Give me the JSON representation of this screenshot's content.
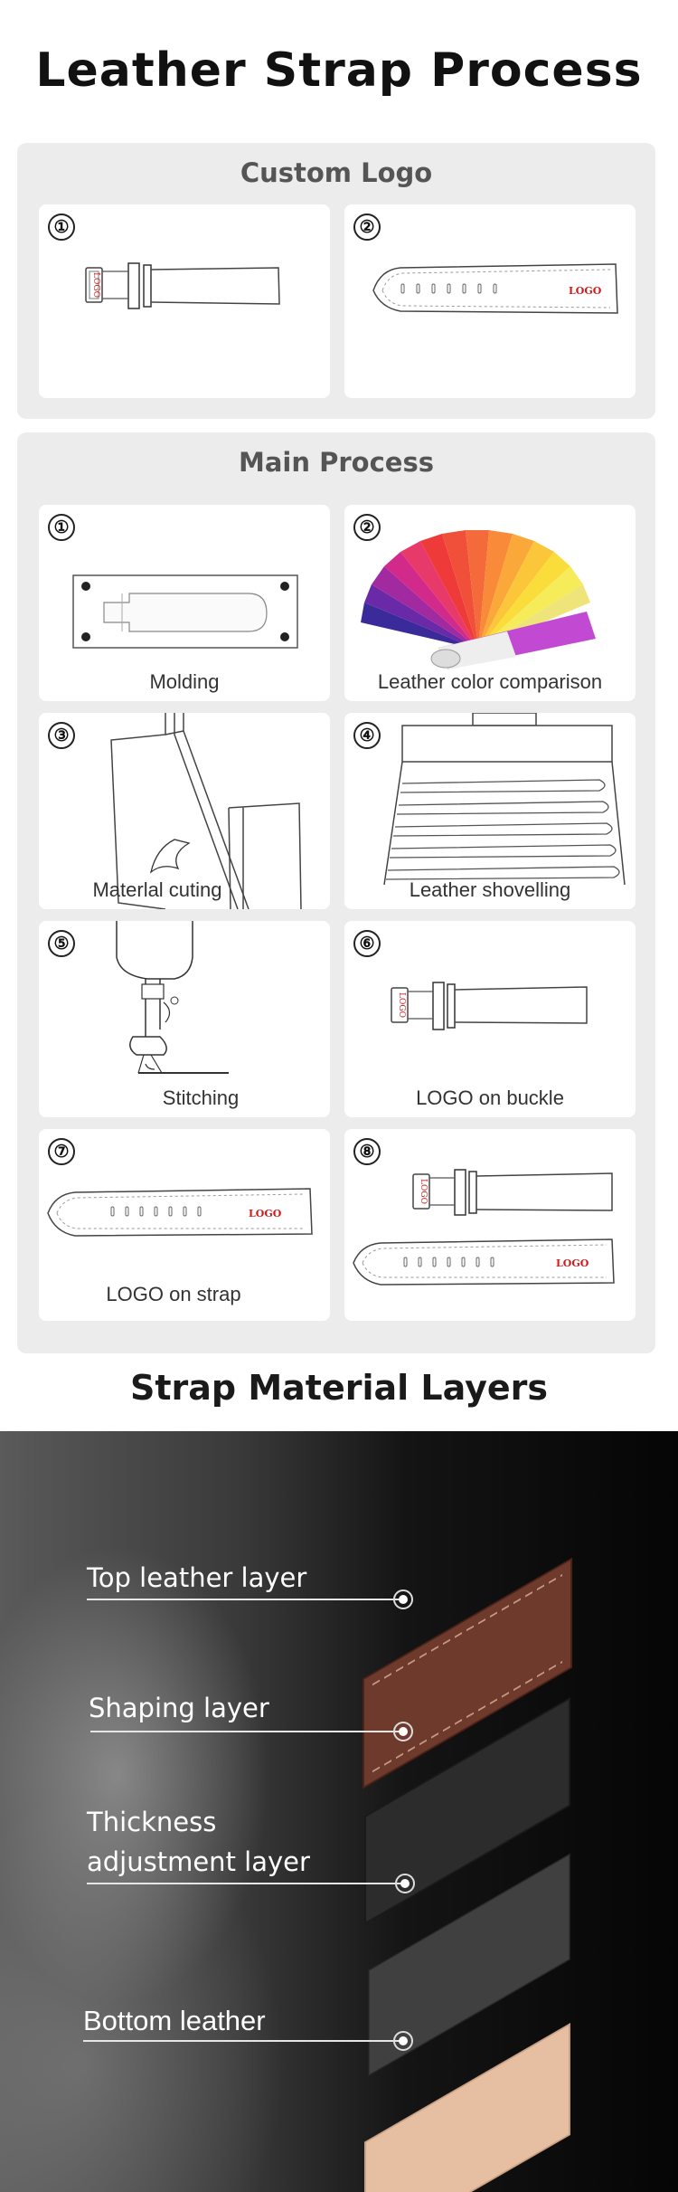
{
  "page_title": "Leather Strap Process",
  "custom_logo": {
    "title": "Custom Logo",
    "steps": [
      {
        "num": "①",
        "logo": "LOGO"
      },
      {
        "num": "②",
        "logo": "LOGO"
      }
    ]
  },
  "main_process": {
    "title": "Main Process",
    "steps": [
      {
        "num": "①",
        "label": "Molding"
      },
      {
        "num": "②",
        "label": "Leather color comparison"
      },
      {
        "num": "③",
        "label": "Materlal cuting"
      },
      {
        "num": "④",
        "label": "Leather shovelling"
      },
      {
        "num": "⑤",
        "label": "Stitching"
      },
      {
        "num": "⑥",
        "label": "LOGO on buckle",
        "logo": "LOGO"
      },
      {
        "num": "⑦",
        "label": "LOGO on strap",
        "logo": "LOGO"
      },
      {
        "num": "⑧",
        "label": "",
        "logo_top": "LOGO",
        "logo_bottom": "LOGO"
      }
    ]
  },
  "layers": {
    "title": "Strap Material Layers",
    "items": [
      {
        "label_1": "Top leather layer",
        "label_2": "",
        "color": "#6e3a2c"
      },
      {
        "label_1": "Shaping layer",
        "label_2": "",
        "color": "#2e2e2e"
      },
      {
        "label_1": "Thickness",
        "label_2": "adjustment layer",
        "color": "#3a3a3a"
      },
      {
        "label_1": "Bottom leather",
        "label_2": "",
        "color": "#e6bfa3"
      }
    ]
  },
  "colors": {
    "logo_red": "#d11a1a",
    "panel_bg": "#ececec",
    "text_dark": "#111111"
  }
}
